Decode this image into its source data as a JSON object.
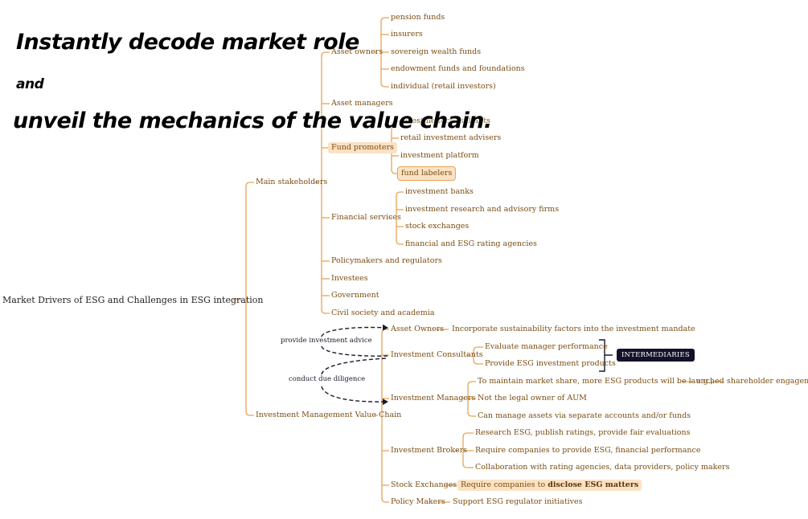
{
  "headline": {
    "line1": "Instantly decode market role",
    "line2": "and",
    "line3": "unveil the mechanics of the value chain."
  },
  "colors": {
    "branch": "#e8a557",
    "node_text": "#7a4e12",
    "highlight": "#fbe2c5",
    "badge_bg": "#13112a",
    "relation": "#1a1a2a"
  },
  "mindmap": {
    "root": "Market Drivers of ESG and Challenges in ESG integration",
    "stakeholders": {
      "label": "Main stakeholders",
      "asset_owners": {
        "label": "Asset owners",
        "items": [
          "pension funds",
          "insurers",
          "sovereign wealth funds",
          "endowment funds and foundations",
          "individual (retail investors)"
        ]
      },
      "asset_managers": "Asset managers",
      "fund_promoters": {
        "label": "Fund promoters",
        "items": [
          "investment consultants",
          "retail investment advisers",
          "investment platform",
          "fund labelers"
        ]
      },
      "financial_services": {
        "label": "Financial services",
        "items": [
          "investment banks",
          "investment research and advisory firms",
          "stock exchanges",
          "financial and ESG rating agencies"
        ]
      },
      "policymakers": "Policymakers and regulators",
      "investees": "Investees",
      "government": "Government",
      "civil_society": "Civil society and academia"
    },
    "value_chain": {
      "label": "Investment Management Value Chain",
      "asset_owners": {
        "label": "Asset Owners",
        "detail": "Incorporate sustainability factors into the investment mandate"
      },
      "consultants": {
        "label": "Investment Consultants",
        "items": [
          "Evaluate manager performance",
          "Provide ESG investment products"
        ]
      },
      "intermediaries": "INTERMEDIARIES",
      "managers": {
        "label": "Investment Managers",
        "item1": "To maintain market share, more ESG products will be launched",
        "eg": "e.g.,",
        "eg_detail": "shareholder engagement",
        "item2": "Not the legal owner of AUM",
        "item3": "Can manage assets via separate accounts and/or funds"
      },
      "brokers": {
        "label": "Investment Brokers",
        "items": [
          "Research ESG, publish ratings, provide fair evaluations",
          "Require companies to provide ESG, financial performance",
          "Collaboration with rating agencies, data providers, policy makers"
        ]
      },
      "exchanges": {
        "label": "Stock Exchanges",
        "detail_prefix": "Require companies to ",
        "detail_bold": "disclose ESG matters"
      },
      "policy": {
        "label": "Policy Makers",
        "detail": "Support ESG regulator initiatives"
      }
    },
    "relations": {
      "advice": "provide investment advice",
      "diligence": "conduct due diligence"
    }
  }
}
